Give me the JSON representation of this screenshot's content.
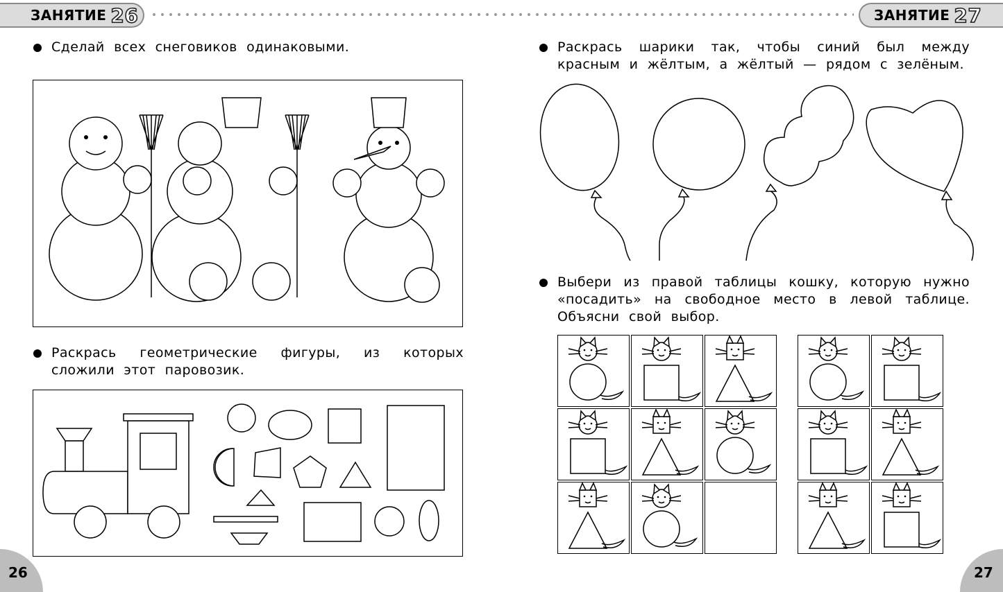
{
  "header": {
    "left": {
      "label": "ЗАНЯТИЕ",
      "number": "26"
    },
    "right": {
      "label": "ЗАНЯТИЕ",
      "number": "27"
    }
  },
  "page_left": {
    "task1": "Сделай всех снеговиков одинаковыми.",
    "task2": "Раскрась геометрические фигуры, из которых сложили этот паровозик.",
    "page_number": "26"
  },
  "page_right": {
    "task1": "Раскрась шарики так, чтобы синий был между красным и жёлтым, а жёлтый — рядом с зелёным.",
    "task2": "Выбери из правой таблицы кошку, которую нужно «посадить» на свободное место в левой таблице. Объясни свой выбор.",
    "page_number": "27"
  },
  "icons": {
    "bullet": "bullet-dot-icon",
    "snowman": "snowman-icon",
    "balloon": "balloon-icon",
    "cat": "cat-icon"
  }
}
